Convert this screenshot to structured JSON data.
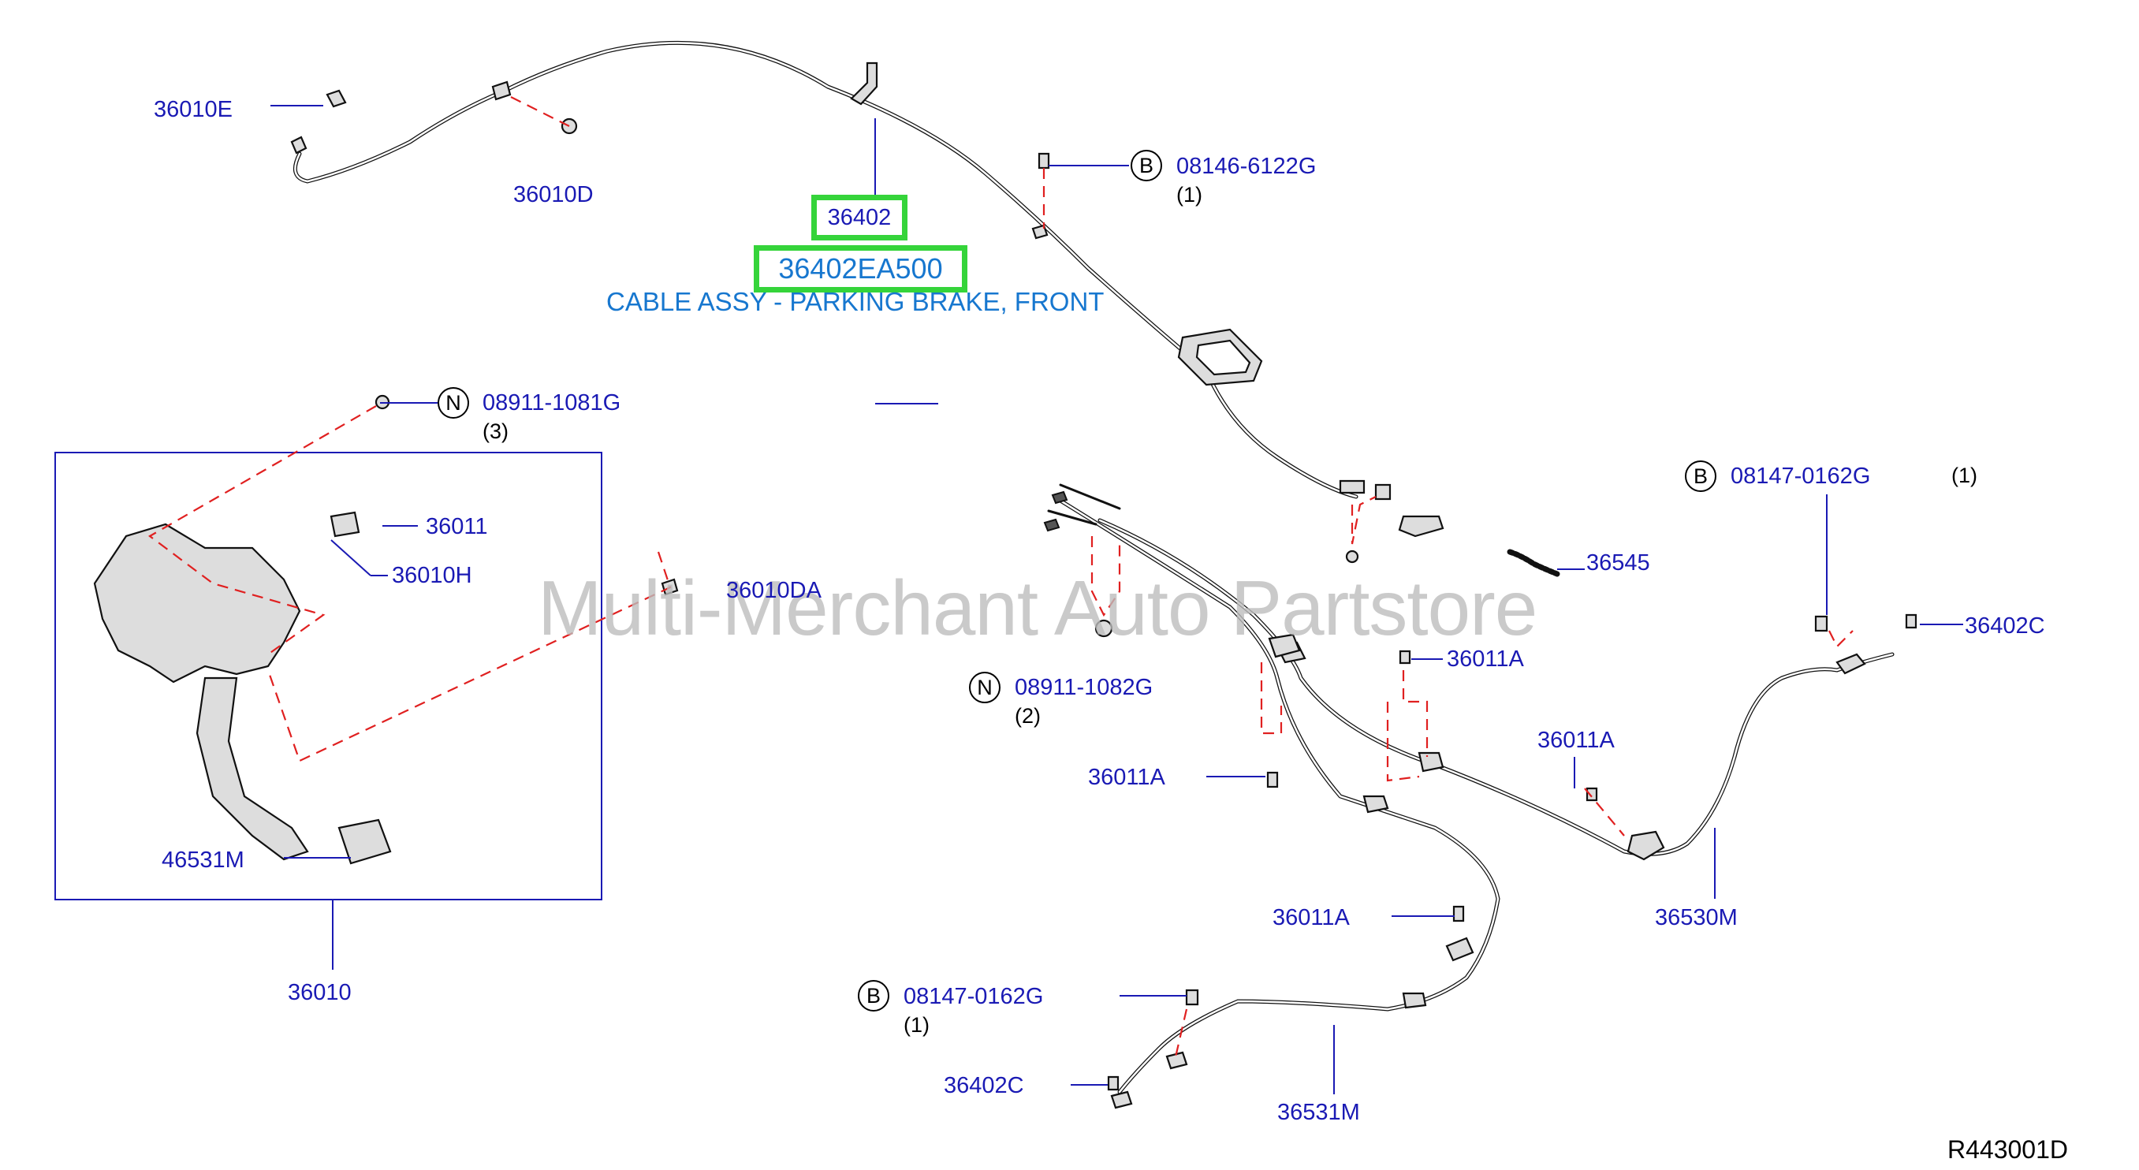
{
  "highlight": {
    "code": "36402",
    "part_number": "36402EA500",
    "description": "CABLE ASSY - PARKING BRAKE, FRONT"
  },
  "labels": {
    "p36010E": "36010E",
    "p36010D": "36010D",
    "p08146_6122G": "08146-6122G",
    "p08911_1081G": "08911-1081G",
    "p36011": "36011",
    "p36010H": "36010H",
    "p36010DA": "36010DA",
    "p46531M": "46531M",
    "p36010": "36010",
    "p08147_0162G_r": "08147-0162G",
    "p36545": "36545",
    "p36402C_r": "36402C",
    "p08911_1082G": "08911-1082G",
    "p36011A_1": "36011A",
    "p36011A_2": "36011A",
    "p36011A_3": "36011A",
    "p36011A_4": "36011A",
    "p36530M": "36530M",
    "p08147_0162G_b": "08147-0162G",
    "p36402C_b": "36402C",
    "p36531M": "36531M"
  },
  "badges": {
    "b1": "B",
    "n1": "N",
    "b2": "B",
    "n2": "N",
    "b3": "B"
  },
  "quantities": {
    "q08146": "(1)",
    "q08911_1081": "(3)",
    "q08147_r": "(1)",
    "q08911_1082": "(2)",
    "q08147_b": "(1)"
  },
  "watermark": "Multi-Merchant Auto Partstore",
  "diagram_id": "R443001D",
  "colors": {
    "label": "#1a1ab4",
    "description": "#1777cf",
    "highlight_border": "#35d43a",
    "leader_dash": "#e02020",
    "outline": "#111111"
  }
}
